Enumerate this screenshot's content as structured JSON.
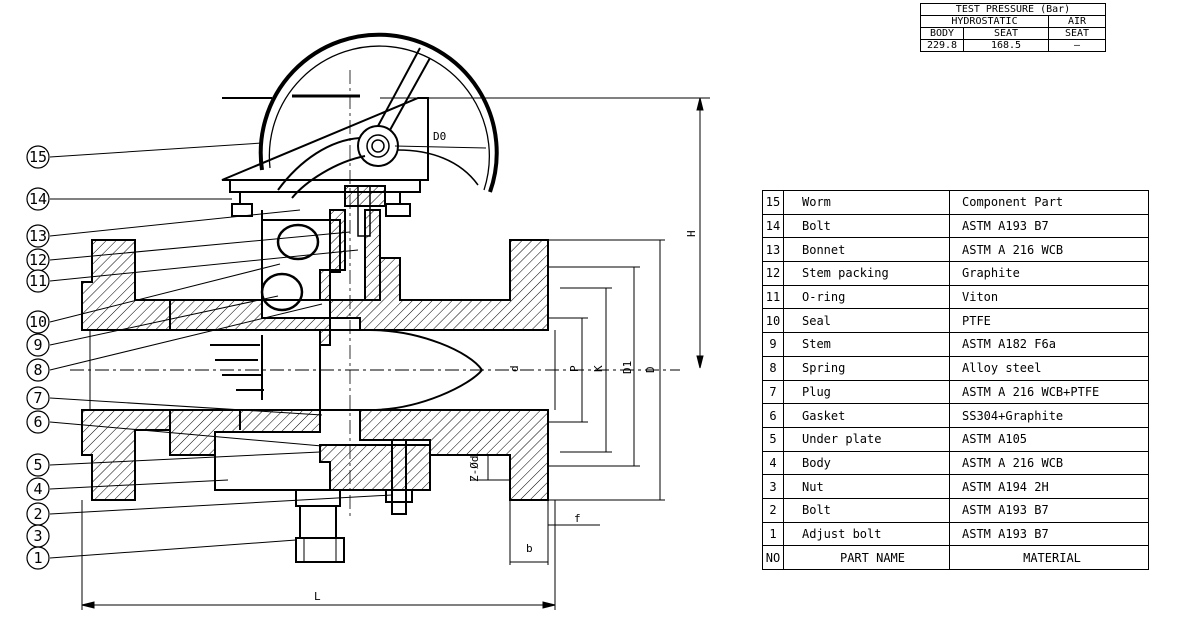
{
  "test_pressure": {
    "title": "TEST PRESSURE (Bar)",
    "hydrostatic": "HYDROSTATIC",
    "air": "AIR",
    "body": "BODY",
    "seat": "SEAT",
    "air_seat": "SEAT",
    "values": {
      "body": "229.8",
      "seat": "168.5",
      "air_seat": "–"
    }
  },
  "parts_list": {
    "header": {
      "no": "NO",
      "part_name": "PART   NAME",
      "material": "MATERIAL"
    },
    "rows": [
      {
        "no": "15",
        "name": "Worm",
        "material": "Component Part"
      },
      {
        "no": "14",
        "name": "Bolt",
        "material": "ASTM A193 B7"
      },
      {
        "no": "13",
        "name": "Bonnet",
        "material": "ASTM A 216 WCB"
      },
      {
        "no": "12",
        "name": "Stem packing",
        "material": "Graphite"
      },
      {
        "no": "11",
        "name": "O-ring",
        "material": "Viton"
      },
      {
        "no": "10",
        "name": "Seal",
        "material": "PTFE"
      },
      {
        "no": "9",
        "name": "Stem",
        "material": "ASTM A182 F6a"
      },
      {
        "no": "8",
        "name": "Spring",
        "material": "Alloy steel"
      },
      {
        "no": "7",
        "name": "Plug",
        "material": "ASTM A 216 WCB+PTFE"
      },
      {
        "no": "6",
        "name": "Gasket",
        "material": "SS304+Graphite"
      },
      {
        "no": "5",
        "name": "Under plate",
        "material": "ASTM A105"
      },
      {
        "no": "4",
        "name": "Body",
        "material": "ASTM A 216 WCB"
      },
      {
        "no": "3",
        "name": "Nut",
        "material": "ASTM A194 2H"
      },
      {
        "no": "2",
        "name": "Bolt",
        "material": "ASTM A193 B7"
      },
      {
        "no": "1",
        "name": "Adjust bolt",
        "material": "ASTM A193 B7"
      }
    ]
  },
  "dimensions": {
    "D0": "D0",
    "H": "H",
    "d": "d",
    "P": "P",
    "K": "K",
    "D1": "D1",
    "D": "D",
    "zd": "Z-Ød",
    "f": "f",
    "b": "b",
    "L": "L"
  },
  "balloons": [
    "15",
    "14",
    "13",
    "12",
    "11",
    "10",
    "9",
    "8",
    "7",
    "6",
    "5",
    "4",
    "2",
    "3",
    "1"
  ]
}
